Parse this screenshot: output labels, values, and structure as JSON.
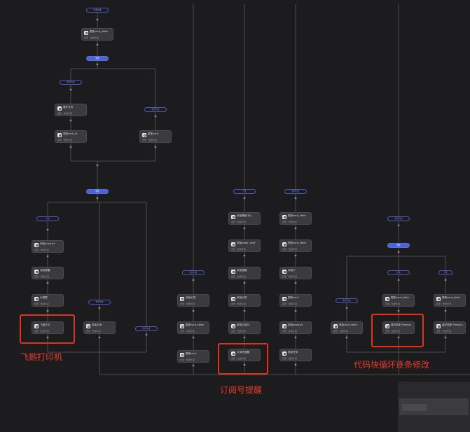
{
  "nodes": [
    {
      "id": "n1",
      "title": "更新card_state",
      "sub": "变量 · 数据处理"
    },
    {
      "id": "n2",
      "title": "循环文件",
      "sub": "变量 · 数据处理"
    },
    {
      "id": "n3",
      "title": "更新card_id",
      "sub": "变量 · 数据处理"
    },
    {
      "id": "n4",
      "title": "更新card",
      "sub": "变量 · 数据处理"
    },
    {
      "id": "n5",
      "title": "添加product",
      "sub": "变量 · 数据处理"
    },
    {
      "id": "n6",
      "title": "添加提醒",
      "sub": "变量 · 数据处理"
    },
    {
      "id": "n7",
      "title": "AI调整",
      "sub": "变量 · 数据处理"
    },
    {
      "id": "n8",
      "title": "飞鹅打印",
      "sub": "变量 · 数据处理"
    },
    {
      "id": "n9",
      "title": "添加记录",
      "sub": "变量 · 数据处理"
    },
    {
      "id": "n10",
      "title": "添加记录",
      "sub": "变量 · 数据处理"
    },
    {
      "id": "n11",
      "title": "更新card_state",
      "sub": "变量 · 数据处理"
    },
    {
      "id": "n12",
      "title": "更新card",
      "sub": "变量 · 数据处理"
    },
    {
      "id": "n13",
      "title": "添加模板卡片",
      "sub": "变量 · 数据处理"
    },
    {
      "id": "n14",
      "title": "添加order_card",
      "sub": "变量 · 数据处理"
    },
    {
      "id": "n15",
      "title": "添加提醒",
      "sub": "变量 · 数据处理"
    },
    {
      "id": "n16",
      "title": "添加记录",
      "sub": "变量 · 数据处理"
    },
    {
      "id": "n17",
      "title": "更新记录ID",
      "sub": "变量 · 数据处理"
    },
    {
      "id": "n18",
      "title": "订阅号提醒",
      "sub": "变量 · 数据处理"
    },
    {
      "id": "n19",
      "title": "更新card_state",
      "sub": "变量 · 数据处理"
    },
    {
      "id": "n20",
      "title": "更新card_state",
      "sub": "变量 · 数据处理"
    },
    {
      "id": "n21",
      "title": "添加卡",
      "sub": "变量 · 数据处理"
    },
    {
      "id": "n22",
      "title": "更新card",
      "sub": "变量 · 数据处理"
    },
    {
      "id": "n23",
      "title": "更新product",
      "sub": "变量 · 数据处理"
    },
    {
      "id": "n24",
      "title": "更新任务",
      "sub": "变量 · 数据处理"
    },
    {
      "id": "n25",
      "title": "更新card_state",
      "sub": "变量 · 数据处理"
    },
    {
      "id": "n26",
      "title": "更新card_state",
      "sub": "变量 · 数据处理"
    },
    {
      "id": "n27",
      "title": "循环更新 Product_模块",
      "sub": "变量 · 数据处理"
    },
    {
      "id": "n28",
      "title": "更新card_state",
      "sub": "变量 · 数据处理"
    },
    {
      "id": "n29",
      "title": "循环更新 Product_模块",
      "sub": "变量 · 数据处理"
    }
  ],
  "pills": [
    {
      "id": "p1",
      "label": "接收请求"
    },
    {
      "id": "p2",
      "label": "条件"
    },
    {
      "id": "p3",
      "label": "条件分支"
    },
    {
      "id": "p4",
      "label": "条件分支"
    },
    {
      "id": "p5",
      "label": "条件"
    },
    {
      "id": "p6",
      "label": "分支"
    },
    {
      "id": "p7",
      "label": "条件分支"
    },
    {
      "id": "p8",
      "label": "条件分支"
    },
    {
      "id": "p9",
      "label": "条件分支"
    },
    {
      "id": "p10",
      "label": "分支"
    },
    {
      "id": "p11",
      "label": "条件分支"
    },
    {
      "id": "p12",
      "label": "条件分支"
    },
    {
      "id": "p13",
      "label": "条件"
    },
    {
      "id": "p14",
      "label": "分支"
    },
    {
      "id": "p15",
      "label": "分支"
    },
    {
      "id": "p16",
      "label": "条件分支"
    }
  ],
  "annotations": {
    "label_printer": "飞鹅打印机",
    "label_subscription": "订阅号提醒",
    "label_loop_edit": "代码块循环逐条修改"
  },
  "colors": {
    "background": "#1c1c1e",
    "accent": "#4b61d6",
    "highlight": "#e0321f"
  }
}
